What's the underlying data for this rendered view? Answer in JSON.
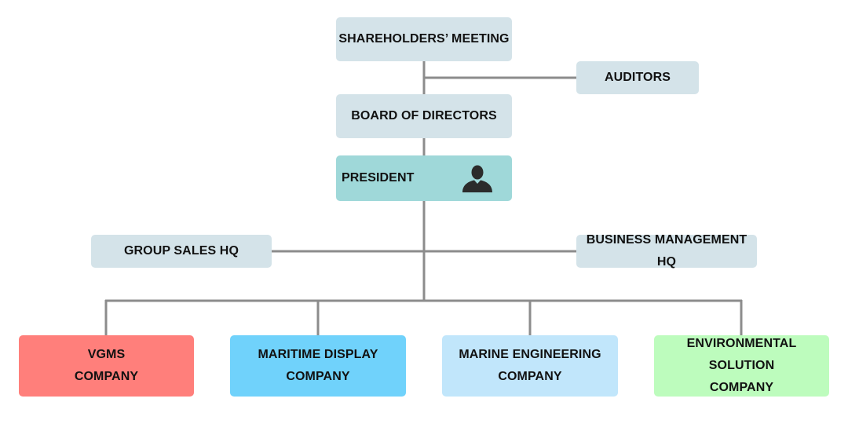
{
  "colors": {
    "neutral_box": "#d4e3e9",
    "president_box": "#9fd8d9",
    "vgms_box": "#ff7f7b",
    "maritime_box": "#70d2fb",
    "marine_box": "#c1e6fb",
    "environment_box": "#bdfcbd",
    "connector": "#8c8c8c",
    "icon": "#2b2b2b"
  },
  "nodes": {
    "shareholders": {
      "label": "SHAREHOLDERS’ MEETING"
    },
    "auditors": {
      "label": "AUDITORS"
    },
    "board": {
      "label": "BOARD OF DIRECTORS"
    },
    "president": {
      "label": "PRESIDENT",
      "icon": "person-icon"
    },
    "group_sales": {
      "label": "GROUP SALES HQ"
    },
    "business_mgmt": {
      "label": "BUSINESS MANAGEMENT HQ"
    },
    "vgms": {
      "label": "VGMS\nCOMPANY"
    },
    "maritime": {
      "label": "MARITIME DISPLAY\nCOMPANY"
    },
    "marine": {
      "label": "MARINE ENGINEERING\nCOMPANY"
    },
    "environment": {
      "label": "ENVIRONMENTAL SOLUTION\nCOMPANY"
    }
  },
  "edges": [
    [
      "shareholders",
      "board"
    ],
    [
      "shareholders",
      "auditors"
    ],
    [
      "board",
      "president"
    ],
    [
      "president",
      "group_sales"
    ],
    [
      "president",
      "business_mgmt"
    ],
    [
      "president",
      "vgms"
    ],
    [
      "president",
      "maritime"
    ],
    [
      "president",
      "marine"
    ],
    [
      "president",
      "environment"
    ]
  ]
}
